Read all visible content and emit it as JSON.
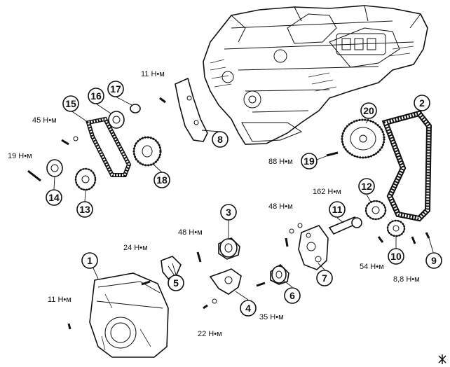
{
  "callouts": [
    {
      "id": "1",
      "label": "1"
    },
    {
      "id": "2",
      "label": "2"
    },
    {
      "id": "3",
      "label": "3"
    },
    {
      "id": "4",
      "label": "4"
    },
    {
      "id": "5",
      "label": "5"
    },
    {
      "id": "6",
      "label": "6"
    },
    {
      "id": "7",
      "label": "7"
    },
    {
      "id": "8",
      "label": "8"
    },
    {
      "id": "9",
      "label": "9"
    },
    {
      "id": "10",
      "label": "10"
    },
    {
      "id": "11",
      "label": "11"
    },
    {
      "id": "12",
      "label": "12"
    },
    {
      "id": "13",
      "label": "13"
    },
    {
      "id": "14",
      "label": "14"
    },
    {
      "id": "15",
      "label": "15"
    },
    {
      "id": "16",
      "label": "16"
    },
    {
      "id": "17",
      "label": "17"
    },
    {
      "id": "18",
      "label": "18"
    },
    {
      "id": "19",
      "label": "19"
    },
    {
      "id": "20",
      "label": "20"
    }
  ],
  "torques": {
    "t11_top": "11 Н•м",
    "t45": "45 Н•м",
    "t19": "19 Н•м",
    "t88": "88 Н•м",
    "t162": "162 Н•м",
    "t48_right": "48 Н•м",
    "t48_left": "48 Н•м",
    "t24": "24 Н•м",
    "t54": "54 Н•м",
    "t8_8": "8,8 Н•м",
    "t11_bottom": "11 Н•м",
    "t22": "22 Н•м",
    "t35": "35 Н•м"
  }
}
